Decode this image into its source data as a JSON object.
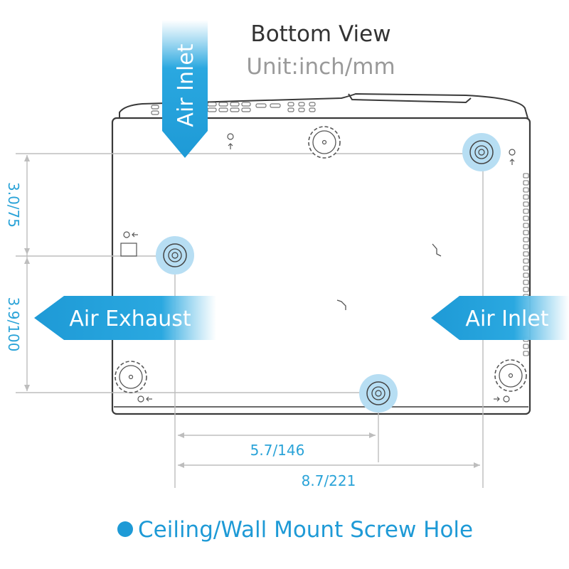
{
  "header": {
    "title": "Bottom View",
    "unit": "Unit:inch/mm"
  },
  "labels": {
    "top_inlet": "Air Inlet",
    "right_inlet": "Air Inlet",
    "exhaust": "Air Exhaust"
  },
  "dimensions": {
    "vertical_upper": "3.0/75",
    "vertical_lower": "3.9/100",
    "horizontal_short": "5.7/146",
    "horizontal_long": "8.7/221"
  },
  "legend": {
    "text": "Ceiling/Wall Mount Screw Hole"
  },
  "colors": {
    "accent": "#1e9ad6",
    "halo": "#b7def3",
    "outline": "#3a3a3a",
    "dim_line": "#bdbdbd"
  }
}
